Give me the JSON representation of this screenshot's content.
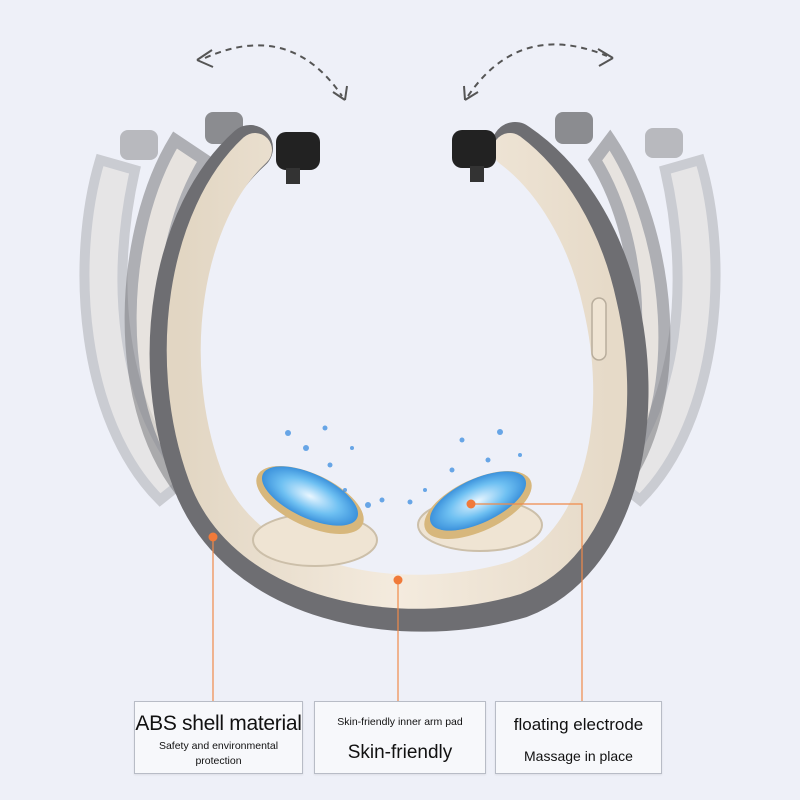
{
  "cards": {
    "abs": {
      "title": "ABS shell material",
      "subtitle": "Safety and environmental protection"
    },
    "pad": {
      "top": "Skin-friendly inner arm pad",
      "title": "Skin-friendly"
    },
    "electrode": {
      "title": "floating electrode",
      "subtitle": "Massage in place"
    }
  },
  "colors": {
    "background": "#eef0f8",
    "shell": "#efe4d3",
    "band": "#6e6e72",
    "accent": "#f07a3a",
    "pulse": "#3a8de0"
  }
}
